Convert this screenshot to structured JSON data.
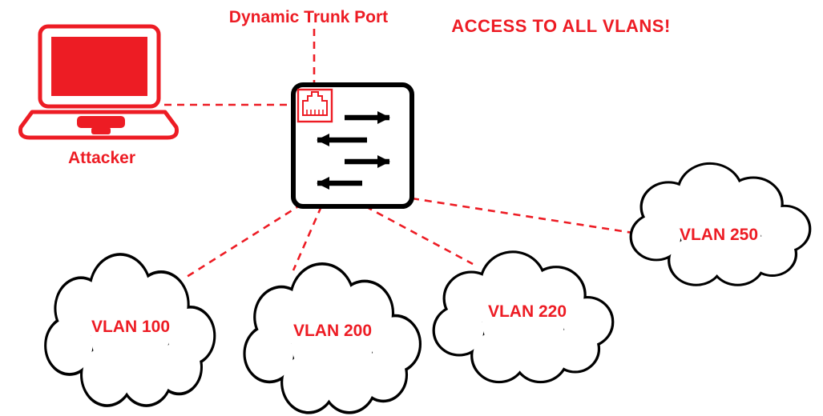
{
  "title": "VLAN hopping attack diagram",
  "colors": {
    "accent": "#ed1c24",
    "stroke": "#000000",
    "background": "#ffffff"
  },
  "labels": {
    "attacker": "Attacker",
    "trunk_port": "Dynamic Trunk Port",
    "warning": "ACCESS TO ALL VLANS!"
  },
  "vlans": [
    {
      "label": "VLAN 100"
    },
    {
      "label": "VLAN 200"
    },
    {
      "label": "VLAN 220"
    },
    {
      "label": "VLAN 250"
    }
  ]
}
